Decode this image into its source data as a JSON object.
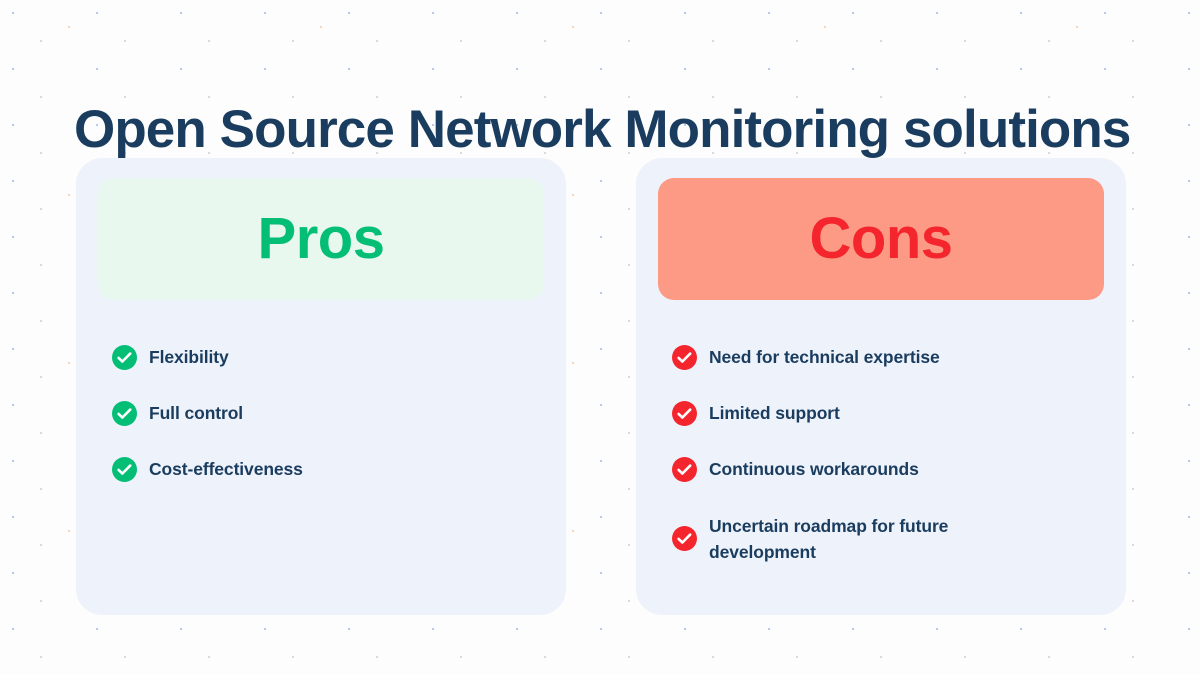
{
  "page": {
    "title": "Open Source Network Monitoring solutions",
    "background_color": "#fdfdfe",
    "title_color": "#1a3c5e"
  },
  "columns": [
    {
      "id": "pros",
      "header_label": "Pros",
      "header_bg": "#e8f8ef",
      "header_text_color": "#03be74",
      "card_bg": "#eef2fb",
      "icon_name": "check-circle-icon",
      "icon_color": "#03be74",
      "items": [
        {
          "label": "Flexibility"
        },
        {
          "label": "Full control"
        },
        {
          "label": "Cost-effectiveness"
        }
      ]
    },
    {
      "id": "cons",
      "header_label": "Cons",
      "header_bg": "#fc9a86",
      "header_text_color": "#f5252e",
      "card_bg": "#eef2fb",
      "icon_name": "check-circle-icon",
      "icon_color": "#f5252e",
      "items": [
        {
          "label": "Need for technical expertise"
        },
        {
          "label": "Limited support"
        },
        {
          "label": "Continuous workarounds"
        },
        {
          "label": "Uncertain roadmap for future development"
        }
      ]
    }
  ]
}
